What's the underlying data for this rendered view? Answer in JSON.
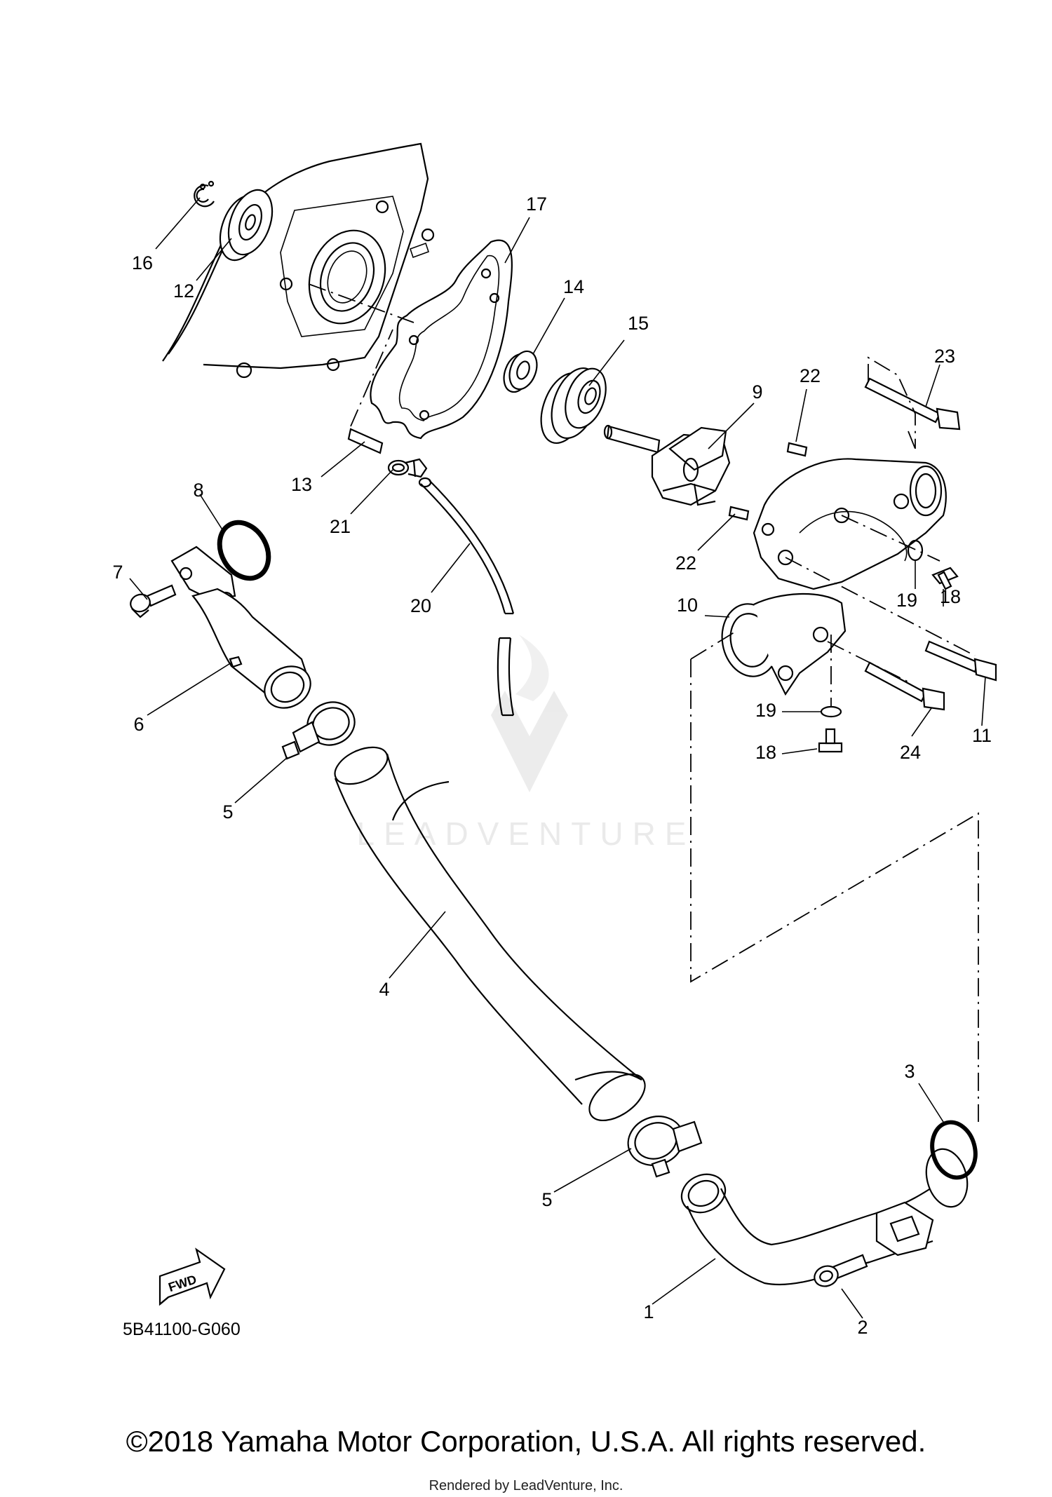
{
  "diagram": {
    "part_code": "5B41100-G060",
    "fwd_label": "FWD",
    "watermark": "LEADVENTURE",
    "callouts": [
      "16",
      "12",
      "17",
      "14",
      "15",
      "9",
      "22",
      "23",
      "13",
      "21",
      "8",
      "20",
      "22",
      "19",
      "18",
      "7",
      "10",
      "11",
      "19",
      "6",
      "18",
      "24",
      "5",
      "4",
      "3",
      "5",
      "2",
      "1"
    ]
  },
  "footer": {
    "copyright": "©2018 Yamaha Motor Corporation, U.S.A. All rights reserved.",
    "rendered_by": "Rendered by LeadVenture, Inc."
  }
}
